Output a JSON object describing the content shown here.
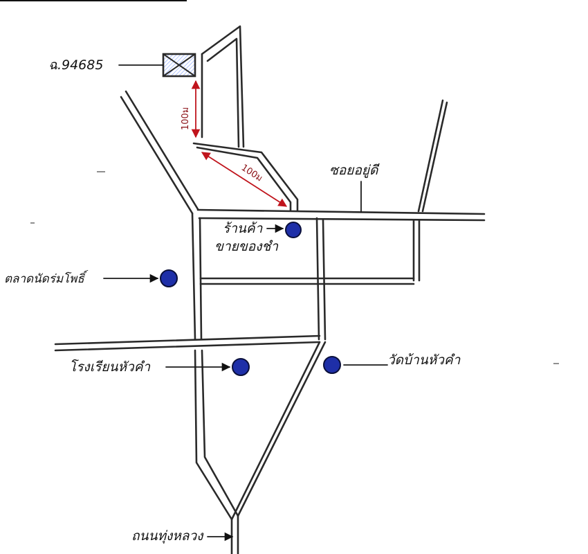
{
  "parcel": {
    "label": "ฉ.94685"
  },
  "measurements": {
    "vertical": "100ม",
    "diagonal": "100ม"
  },
  "landmarks": {
    "shop": {
      "line1": "ร้านค้า",
      "line2": "ขายของชำ"
    },
    "market": {
      "label": "ตลาดนัดร่มโพธิ์"
    },
    "school": {
      "label": "โรงเรียนหัวคำ"
    },
    "temple": {
      "label": "วัดบ้านหัวคำ"
    }
  },
  "roads": {
    "soi": "ซอยอยู่ดี",
    "main": "ถนนทุ่งหลวง"
  },
  "colors": {
    "marker": "#1e2fa8",
    "measure": "#c0141c",
    "road": "#2a2a2a"
  }
}
